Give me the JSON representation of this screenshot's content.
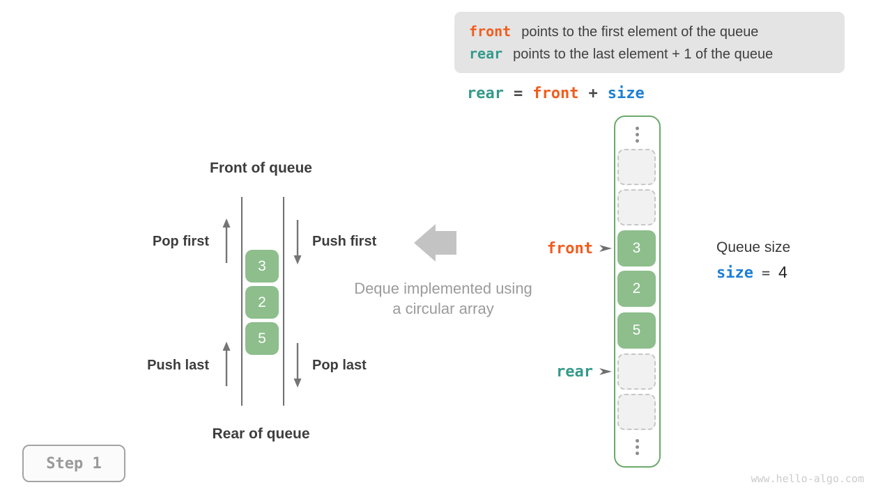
{
  "legend": {
    "line1": {
      "token": "front",
      "text": "points to the first element of the queue"
    },
    "line2": {
      "token": "rear",
      "text": "points to the last element + 1 of the queue"
    }
  },
  "equation": {
    "lhs": "rear",
    "equals": "=",
    "term1": "front",
    "plus": "+",
    "term2": "size"
  },
  "deque": {
    "front_title": "Front of queue",
    "rear_title": "Rear of queue",
    "pop_first": "Pop first",
    "push_first": "Push first",
    "push_last": "Push last",
    "pop_last": "Pop last",
    "values": [
      "3",
      "2",
      "5"
    ]
  },
  "caption": {
    "line1": "Deque implemented using",
    "line2": "a circular array"
  },
  "array": {
    "cells": [
      "",
      "",
      "3",
      "2",
      "5",
      "",
      ""
    ],
    "front_pointer": "front",
    "rear_pointer": "rear"
  },
  "queue_size": {
    "title": "Queue size",
    "var": "size",
    "equals": "=",
    "value": "4"
  },
  "step_label": "Step 1",
  "watermark": "www.hello-algo.com",
  "colors": {
    "front_orange": "#f25c1d",
    "rear_teal": "#349a8a",
    "size_blue": "#1d7fd4",
    "cell_green": "#8dbe8c",
    "array_border_green": "#6ba96b",
    "legend_bg": "#e4e4e4",
    "muted_gray": "#9b9b9b"
  }
}
